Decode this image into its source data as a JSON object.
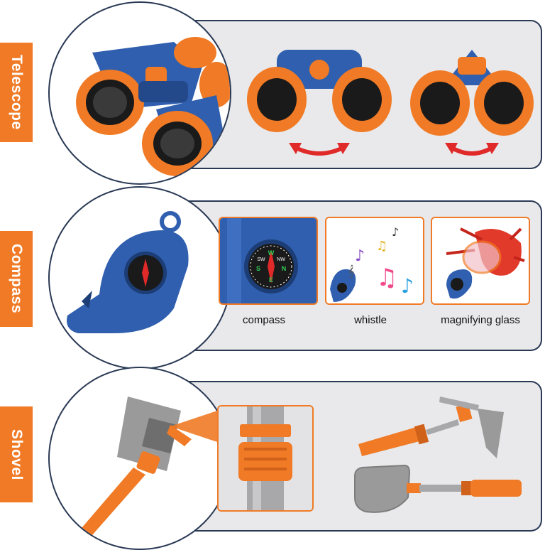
{
  "sections": {
    "telescope": {
      "label": "Telescope"
    },
    "compass": {
      "label": "Compass",
      "features": [
        {
          "caption": "compass"
        },
        {
          "caption": "whistle"
        },
        {
          "caption": "magnifying glass"
        }
      ],
      "dial_letters": {
        "n": "N",
        "e": "E",
        "s": "S",
        "w": "W",
        "nw": "NW",
        "sw": "SW"
      }
    },
    "shovel": {
      "label": "Shovel"
    }
  },
  "colors": {
    "accent_orange": "#f07a25",
    "frame_navy": "#2a3a55",
    "panel_gray": "#e9e9eb",
    "toy_blue": "#2f5fae",
    "arrow_red": "#e02a2a"
  }
}
